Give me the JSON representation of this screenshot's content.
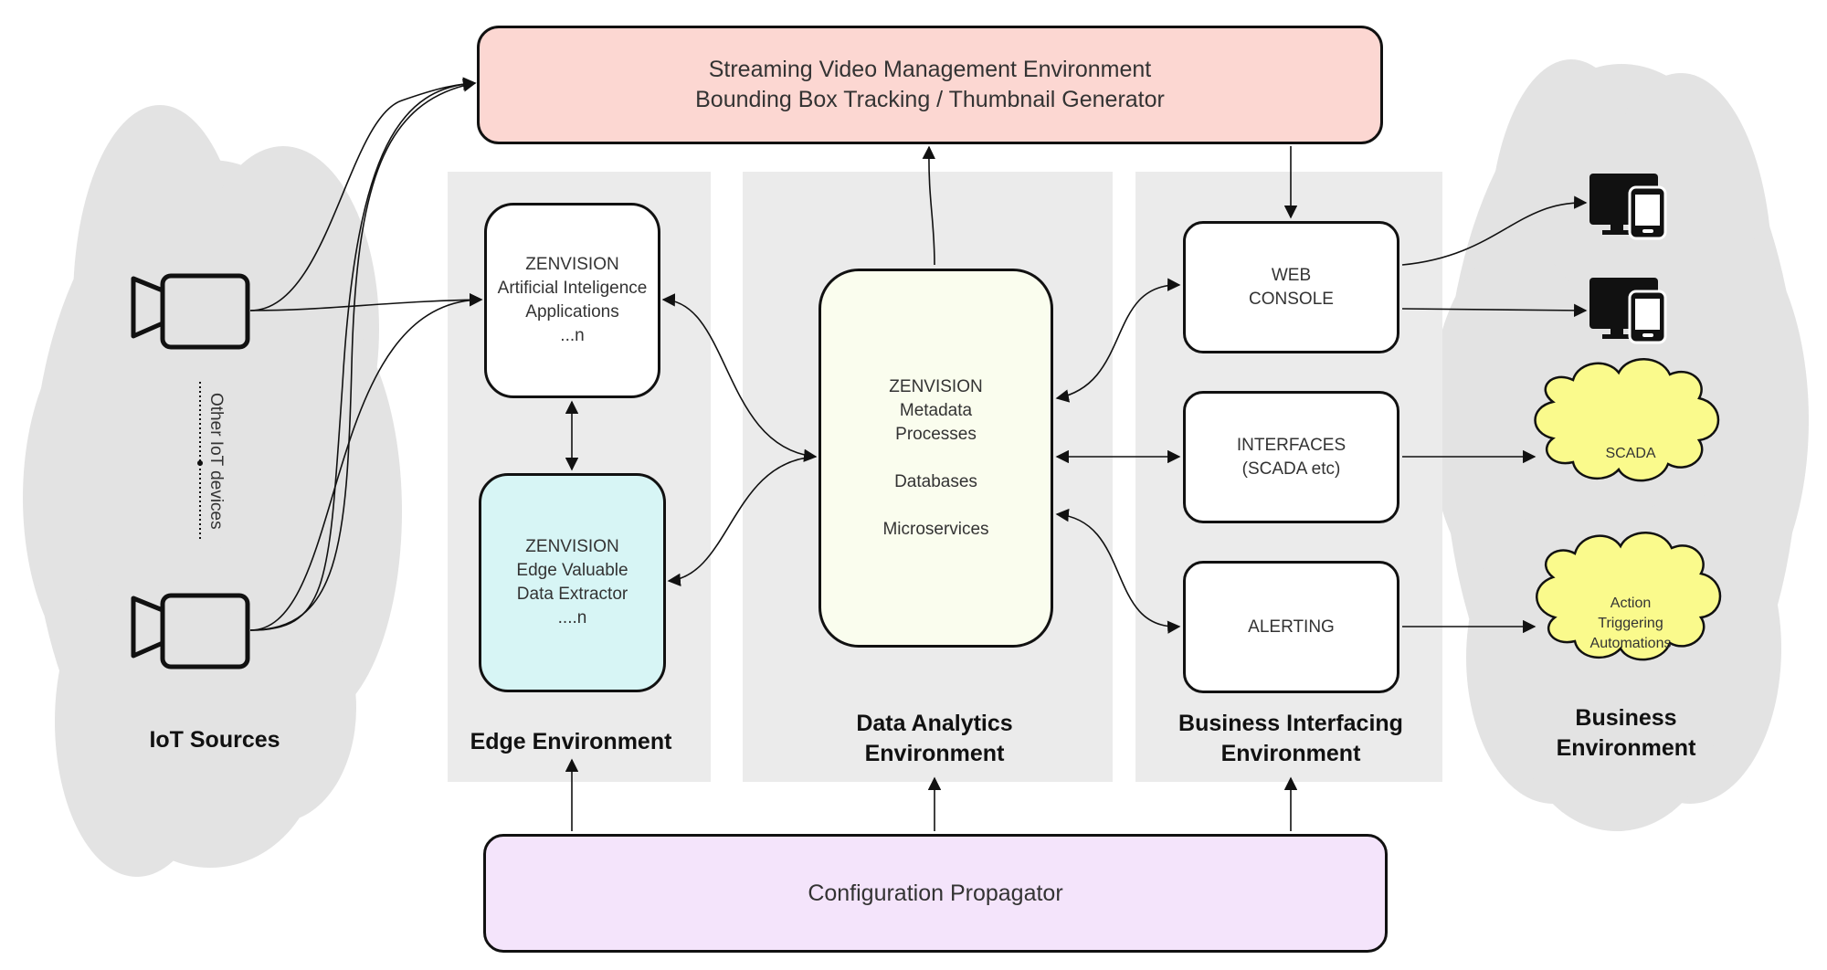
{
  "top_box": {
    "line1": "Streaming Video Management Environment",
    "line2": "Bounding Box Tracking / Thumbnail Generator",
    "color": "#fcd7d2"
  },
  "ai_box": {
    "line1": "ZENVISION",
    "line2": "Artificial Inteligence",
    "line3": "Applications",
    "line4": "...n"
  },
  "edge_box": {
    "line1": "ZENVISION",
    "line2": "Edge Valuable",
    "line3": "Data Extractor",
    "line4": "....n",
    "color": "#d7f5f5"
  },
  "metadata_box": {
    "line1": "ZENVISION",
    "line2": "Metadata",
    "line3": "Processes",
    "line4": "Databases",
    "line5": "Microservices",
    "color": "#fafdee"
  },
  "web_console": {
    "line1": "WEB",
    "line2": "CONSOLE"
  },
  "interfaces": {
    "line1": "INTERFACES",
    "line2": "(SCADA etc)"
  },
  "alerting": {
    "line1": "ALERTING"
  },
  "config_box": {
    "label": "Configuration Propagator",
    "color": "#f4e4fb"
  },
  "iot": {
    "label": "IoT Sources",
    "other_devices": "Other IoT devices",
    "camera_icon": "video-camera-icon"
  },
  "environments": {
    "edge": "Edge Environment",
    "data_analytics_line1": "Data Analytics",
    "data_analytics_line2": "Environment",
    "business_interfacing_line1": "Business Interfacing",
    "business_interfacing_line2": "Environment",
    "business_line1": "Business",
    "business_line2": "Environment"
  },
  "scada_cloud": {
    "label": "SCADA",
    "color": "#fafa8c"
  },
  "action_cloud": {
    "line1": "Action",
    "line2": "Triggering",
    "line3": "Automations"
  },
  "device_icon": "desktop-and-mobile-icon",
  "colors": {
    "panel": "#ebebeb",
    "cloud_gray": "#e3e3e3"
  }
}
